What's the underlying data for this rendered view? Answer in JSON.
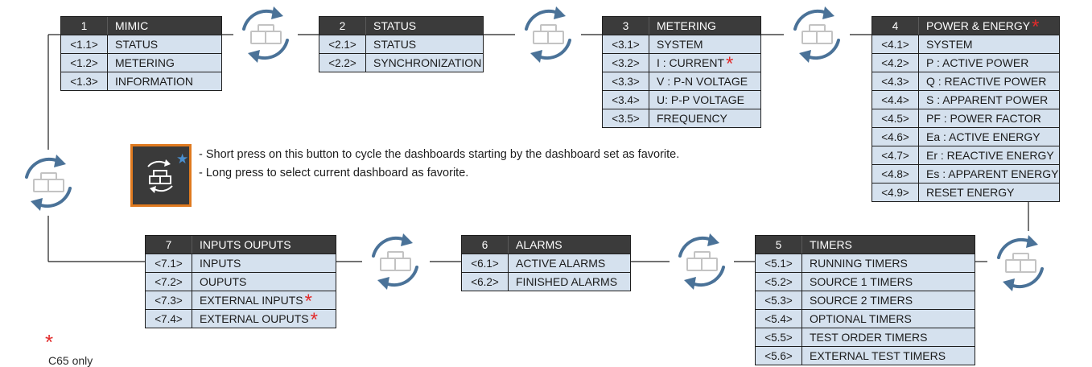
{
  "menus": {
    "mimic": {
      "num": "1",
      "title": "MIMIC",
      "items": [
        {
          "code": "<1.1>",
          "label": "STATUS"
        },
        {
          "code": "<1.2>",
          "label": "METERING"
        },
        {
          "code": "<1.3>",
          "label": "INFORMATION"
        }
      ]
    },
    "status": {
      "num": "2",
      "title": "STATUS",
      "items": [
        {
          "code": "<2.1>",
          "label": "STATUS"
        },
        {
          "code": "<2.2>",
          "label": "SYNCHRONIZATION"
        }
      ]
    },
    "metering": {
      "num": "3",
      "title": "METERING",
      "items": [
        {
          "code": "<3.1>",
          "label": "SYSTEM"
        },
        {
          "code": "<3.2>",
          "label": "I : CURRENT",
          "star": true
        },
        {
          "code": "<3.3>",
          "label": "V : P-N VOLTAGE"
        },
        {
          "code": "<3.4>",
          "label": "U: P-P VOLTAGE"
        },
        {
          "code": "<3.5>",
          "label": "FREQUENCY"
        }
      ]
    },
    "power": {
      "num": "4",
      "title": "POWER & ENERGY",
      "title_star": true,
      "items": [
        {
          "code": "<4.1>",
          "label": "SYSTEM"
        },
        {
          "code": "<4.2>",
          "label": "P : ACTIVE POWER"
        },
        {
          "code": "<4.3>",
          "label": "Q : REACTIVE POWER"
        },
        {
          "code": "<4.4>",
          "label": "S : APPARENT POWER"
        },
        {
          "code": "<4.5>",
          "label": "PF : POWER FACTOR"
        },
        {
          "code": "<4.6>",
          "label": "Ea : ACTIVE ENERGY"
        },
        {
          "code": "<4.7>",
          "label": "Er : REACTIVE ENERGY"
        },
        {
          "code": "<4.8>",
          "label": "Es : APPARENT ENERGY"
        },
        {
          "code": "<4.9>",
          "label": "RESET ENERGY"
        }
      ]
    },
    "timers": {
      "num": "5",
      "title": "TIMERS",
      "items": [
        {
          "code": "<5.1>",
          "label": "RUNNING TIMERS"
        },
        {
          "code": "<5.2>",
          "label": "SOURCE 1 TIMERS"
        },
        {
          "code": "<5.3>",
          "label": "SOURCE 2 TIMERS"
        },
        {
          "code": "<5.4>",
          "label": "OPTIONAL TIMERS"
        },
        {
          "code": "<5.5>",
          "label": "TEST ORDER TIMERS"
        },
        {
          "code": "<5.6>",
          "label": "EXTERNAL TEST TIMERS"
        }
      ]
    },
    "alarms": {
      "num": "6",
      "title": "ALARMS",
      "items": [
        {
          "code": "<6.1>",
          "label": "ACTIVE ALARMS"
        },
        {
          "code": "<6.2>",
          "label": "FINISHED ALARMS"
        }
      ]
    },
    "io": {
      "num": "7",
      "title": "INPUTS OUPUTS",
      "items": [
        {
          "code": "<7.1>",
          "label": "INPUTS"
        },
        {
          "code": "<7.2>",
          "label": "OUPUTS"
        },
        {
          "code": "<7.3>",
          "label": "EXTERNAL INPUTS",
          "star": true
        },
        {
          "code": "<7.4>",
          "label": "EXTERNAL OUPUTS",
          "star": true
        }
      ]
    }
  },
  "favorite_button": {
    "icon": "dashboard-cycle-star-icon"
  },
  "notes": [
    "- Short press on this button to cycle the dashboards starting by the dashboard set as favorite.",
    "- Long press to select current dashboard as favorite."
  ],
  "footnote": {
    "star": "*",
    "text": "C65 only"
  },
  "colors": {
    "header": "#3b3b3b",
    "row": "#d5e1ee",
    "arrow": "#4a7298",
    "star": "#e22b2b",
    "button_frame": "#e07a1f"
  }
}
